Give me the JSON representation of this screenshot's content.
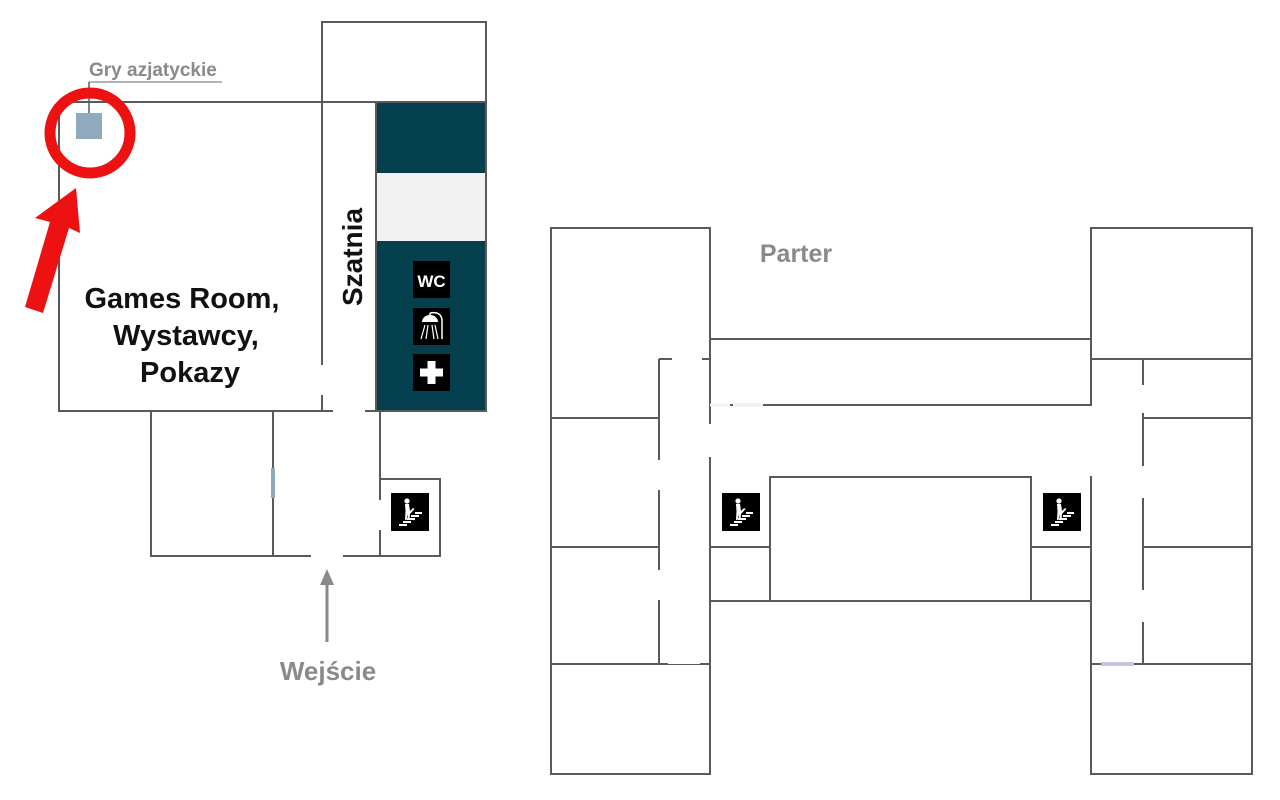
{
  "colors": {
    "light_room": "#f2f2f2",
    "blue_room": "#90aabd",
    "dark_teal": "#033f4d",
    "lavender": "#c8c4e2",
    "wall": "#5a5a5a",
    "label_grey": "#8a8a8a",
    "highlight_red": "#ee1111",
    "icon_black": "#000000"
  },
  "left_plan": {
    "callout_label": "Gry azjatyckie",
    "main_room": {
      "lines": [
        "Games Room,",
        "Wystawcy,",
        "Pokazy"
      ]
    },
    "cloakroom_label": "Szatnia",
    "facility_icons": [
      {
        "name": "wc-icon",
        "text": "WC"
      },
      {
        "name": "shower-icon"
      },
      {
        "name": "first-aid-icon"
      }
    ],
    "entrance_label": "Wejście",
    "stairs_icon": "stairs-icon"
  },
  "right_plan": {
    "floor_label": "Parter",
    "stairs_icons": [
      "stairs-icon",
      "stairs-icon"
    ]
  }
}
